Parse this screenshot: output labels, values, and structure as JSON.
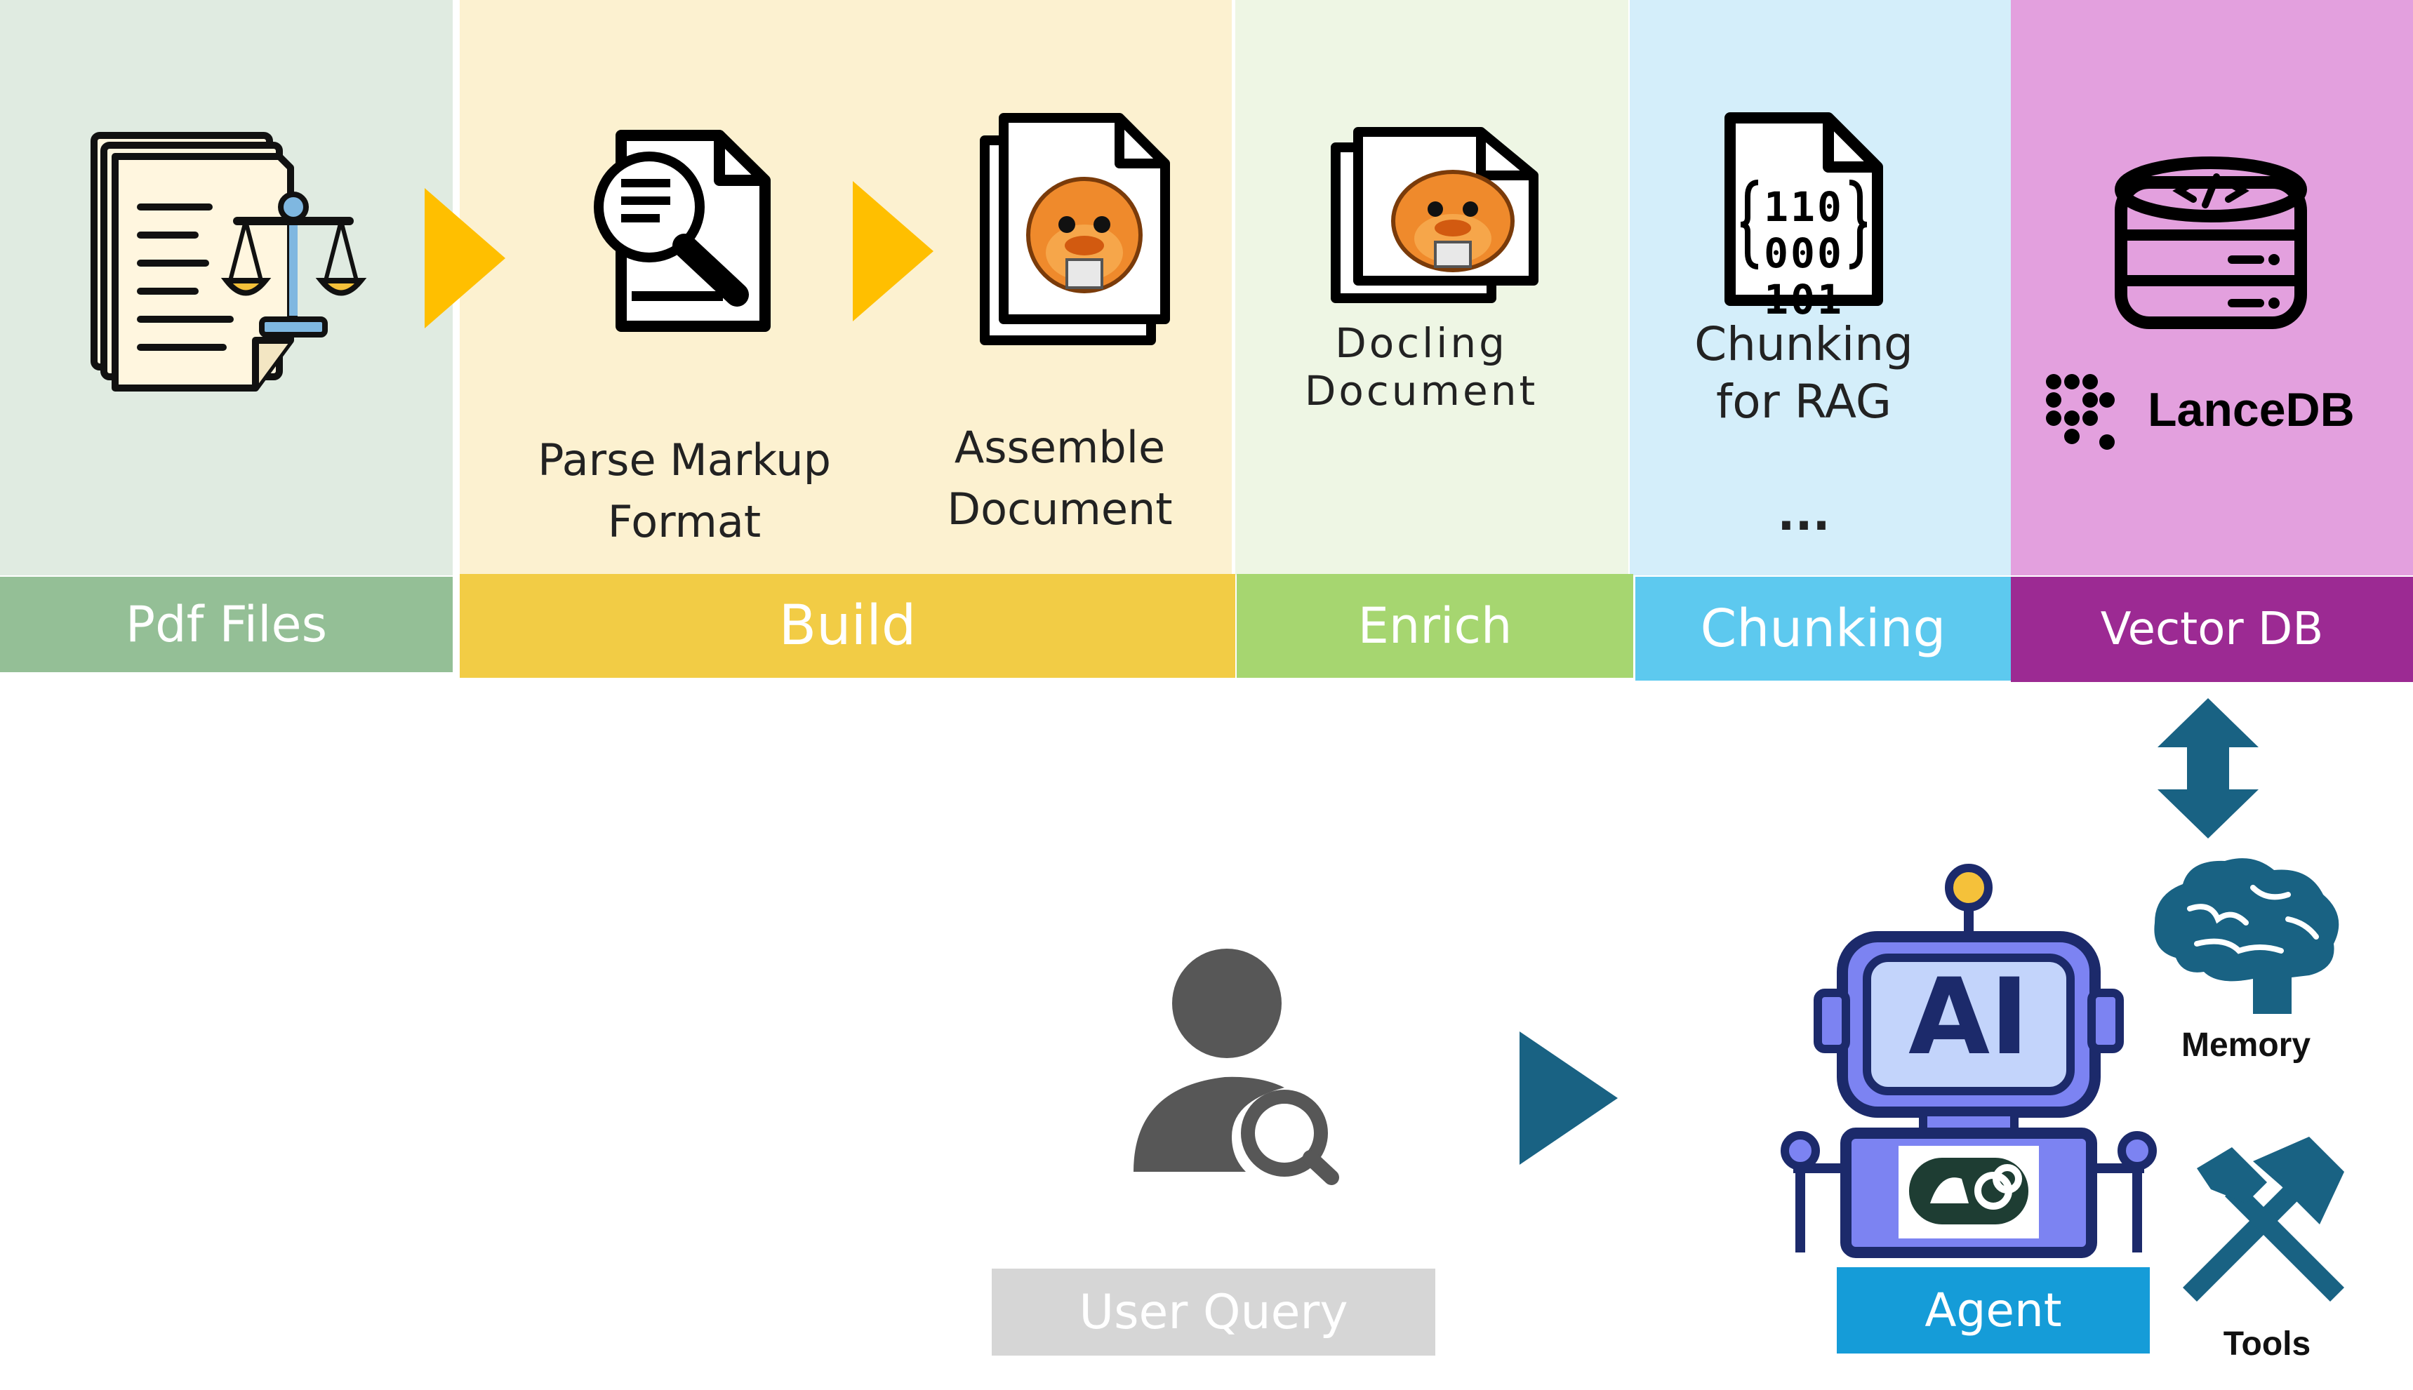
{
  "stages": {
    "pdf_files": {
      "label": "Pdf Files"
    },
    "build": {
      "label": "Build",
      "parse_caption": "Parse Markup\nFormat",
      "assemble_caption": "Assemble\nDocument"
    },
    "enrich": {
      "label": "Enrich",
      "caption": "Docling\nDocument"
    },
    "chunking": {
      "label": "Chunking",
      "caption": "Chunking\nfor RAG",
      "ellipsis": "..."
    },
    "vector_db": {
      "label": "Vector DB",
      "logo_text": "LanceDB"
    }
  },
  "query": {
    "label": "User Query"
  },
  "agent": {
    "label": "Agent",
    "screen_text": "AI",
    "memory_label": "Memory",
    "tools_label": "Tools"
  },
  "binary_rows": [
    "110",
    "000",
    "101"
  ],
  "colors": {
    "pdf_bg": "#e0ebe1",
    "pdf_band": "#94bf96",
    "build_bg": "#fcf1d0",
    "build_band": "#f2cc45",
    "enrich_bg": "#eef6e4",
    "enrich_band": "#a6d670",
    "chunk_bg": "#d4eefa",
    "chunk_band": "#5dc9ef",
    "vdb_bg": "#e3a0de",
    "vdb_band": "#9c2a93",
    "arrow_yellow": "#ffbf00",
    "arrow_teal": "#196283",
    "query_band": "#d6d6d6",
    "agent_band": "#159cd8"
  }
}
